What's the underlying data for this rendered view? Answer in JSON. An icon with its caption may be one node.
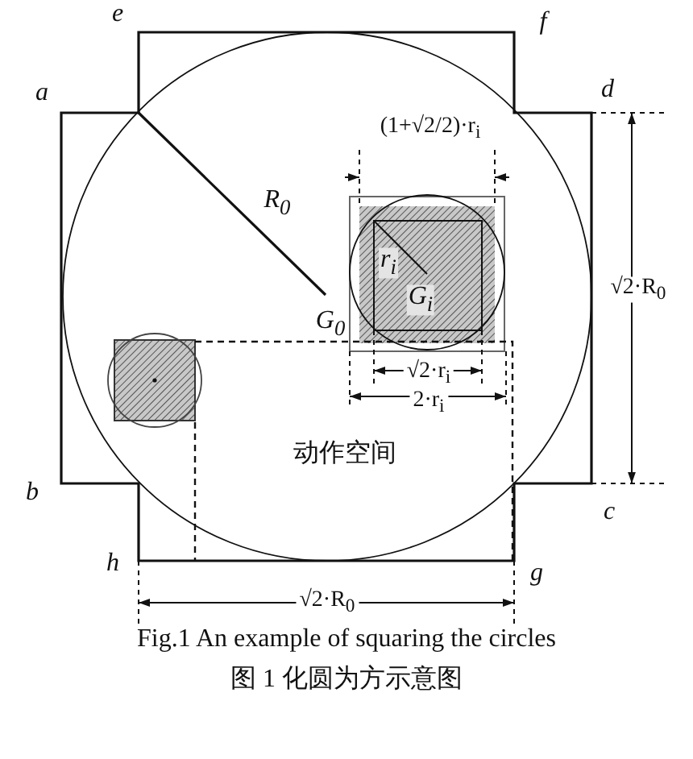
{
  "diagram": {
    "caption": "Fig.1 An example of squaring the circles",
    "labels": [
      "e",
      "f",
      "a",
      "d",
      "(1+√2/2)·r$_{i}$",
      "R$_{0}$",
      "r$_{i}$",
      "G$_{i}$",
      "√2·R$_{0}$",
      "G$_{0}$",
      "√2·r$_{i}$",
      "2·r$_{i}$",
      "动作空间",
      "b",
      "c",
      "h",
      "g",
      "√2·R$_{0}$",
      "图 1 化圆为方示意图"
    ]
  }
}
